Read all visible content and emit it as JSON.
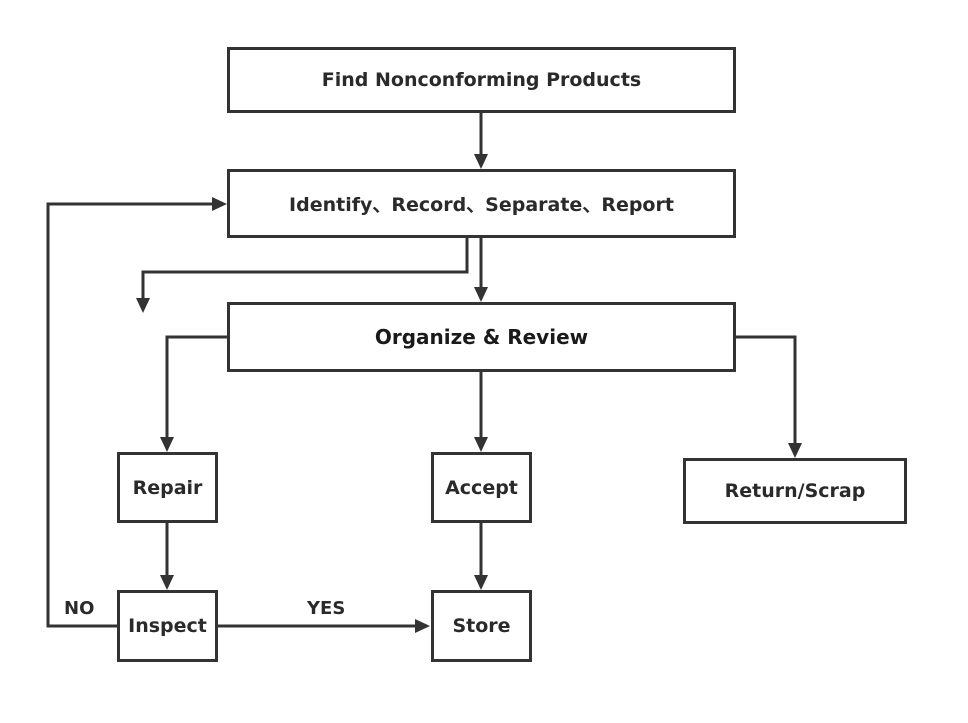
{
  "nodes": {
    "find": "Find Nonconforming Products",
    "identify": "Identify、Record、Separate、Report",
    "review": "Organize & Review",
    "repair": "Repair",
    "accept": "Accept",
    "return_scrap": "Return/Scrap",
    "inspect": "Inspect",
    "store": "Store"
  },
  "edge_labels": {
    "no": "NO",
    "yes": "YES"
  },
  "colors": {
    "stroke": "#333333",
    "text": "#2a2a2a",
    "background": "#ffffff"
  }
}
